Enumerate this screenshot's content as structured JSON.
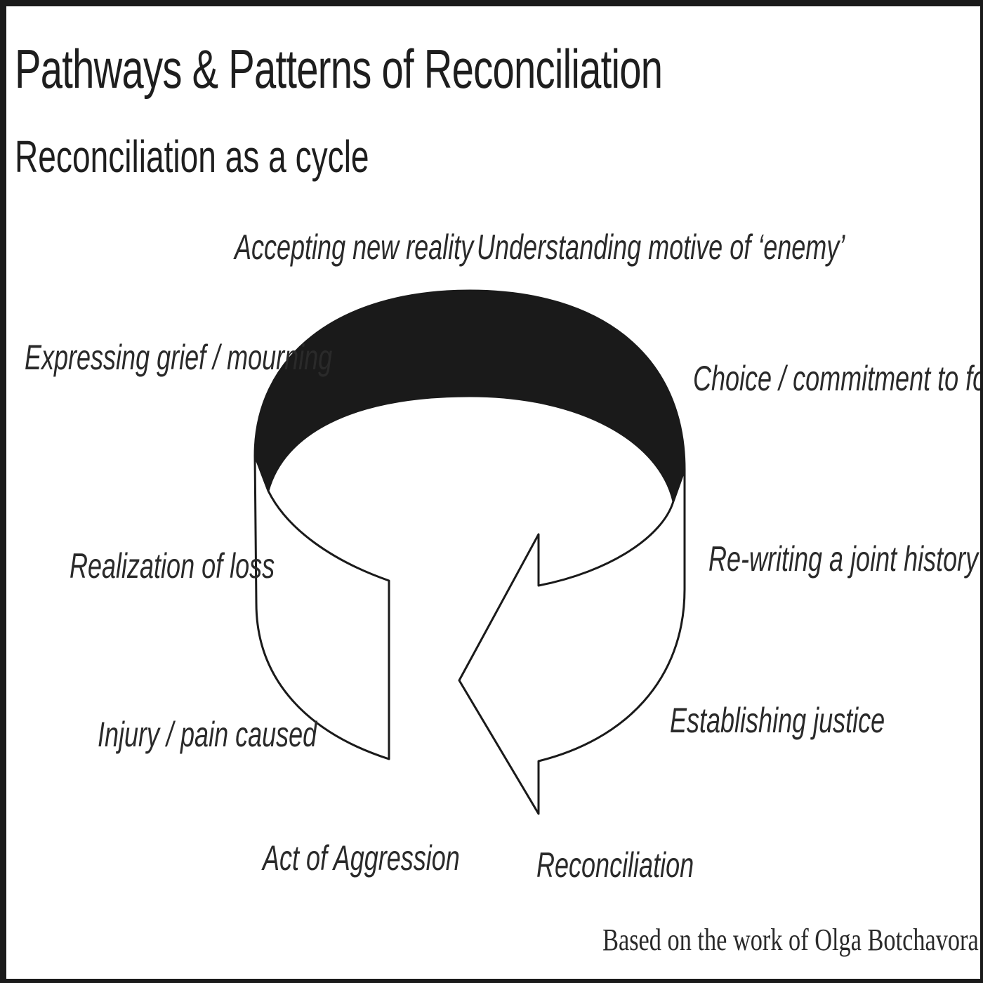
{
  "title": "Pathways & Patterns of Reconciliation",
  "subtitle": "Reconciliation as a cycle",
  "stages": [
    "Act of Aggression",
    "Injury / pain caused",
    "Realization of loss",
    "Expressing grief / mourning",
    "Accepting new reality",
    "Understanding motive of ‘enemy’",
    "Choice / commitment to forgive",
    "Re-writing a joint history",
    "Establishing justice",
    "Reconciliation"
  ],
  "credit": "Based on the work of Olga Botchavora",
  "colors": {
    "ink": "#1e1e1e",
    "band_inner": "#1a1a1a",
    "band_outer": "#ffffff",
    "frame": "#1a1a1a"
  },
  "icons": {
    "cycle_arrow": "circular-arrow-icon"
  }
}
